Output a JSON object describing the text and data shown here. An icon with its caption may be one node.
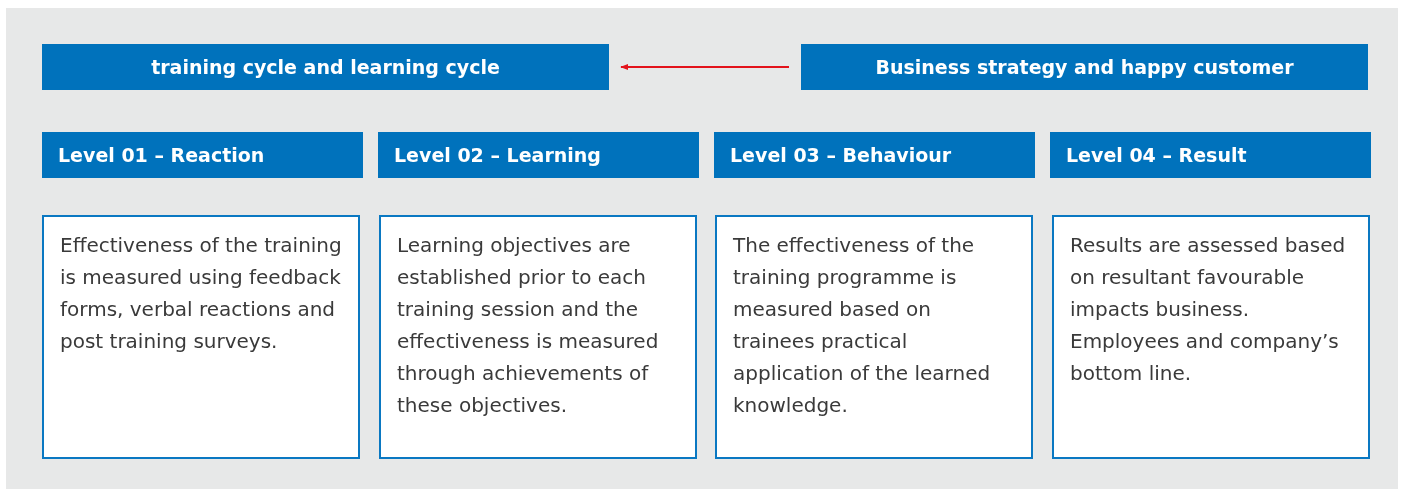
{
  "diagram": {
    "nodes": [
      {
        "text": [
          "training cycle and learning cycle"
        ]
      },
      {
        "text": [
          "Business strategy and happy customer"
        ]
      },
      {
        "text": [
          "Level 01 – Reaction"
        ]
      },
      {
        "text": [
          "Level 02 – Learning"
        ]
      },
      {
        "text": [
          "Level 03 – Behaviour"
        ]
      },
      {
        "text": [
          "Level 04 – Result"
        ]
      },
      {
        "text": [
          "Effectiveness of the training is measured using feedback forms, verbal reactions and post training surveys."
        ]
      },
      {
        "text": [
          "Learning objectives are established prior to each training session and the effectiveness is measured through achievements of these objectives."
        ]
      },
      {
        "text": [
          "The effectiveness of the training programme is measured based on trainees practical application of the learned knowledge."
        ]
      },
      {
        "text": [
          "Results are assessed based on resultant favourable impacts business. Employees and company’s bottom line."
        ]
      }
    ],
    "edges": [
      {
        "from": 1,
        "to": 0,
        "arrow": "to",
        "color": "#e3131b"
      }
    ]
  }
}
